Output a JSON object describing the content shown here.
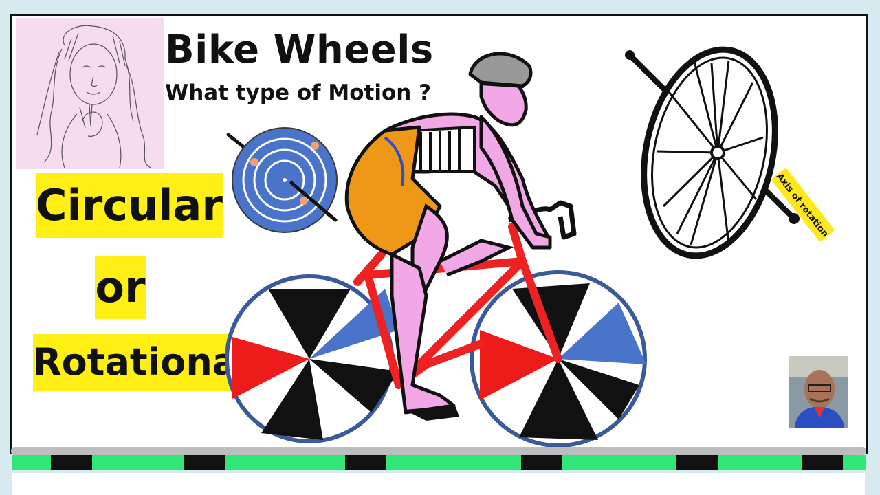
{
  "header": {
    "title": "Bike Wheels",
    "subtitle": "What type of Motion ?"
  },
  "options": {
    "first": "Circular",
    "connector": "or",
    "second": "Rotational"
  },
  "wheel_diagram": {
    "axis_label": "Axis of rotation"
  },
  "colors": {
    "highlight": "#ffef14",
    "wheel_rim": "#3b5a9a",
    "wheel_blue": "#4a74c9",
    "wheel_red": "#ee1b1b",
    "bike_frame": "#ee2222",
    "rider_skin": "#f2a7e6",
    "rider_shorts": "#ef9818",
    "track_green": "#30e676",
    "axis_tag": "#ffe81a"
  },
  "icons": {
    "presenter": "presenter-avatar",
    "sketch": "sketch-portrait"
  }
}
